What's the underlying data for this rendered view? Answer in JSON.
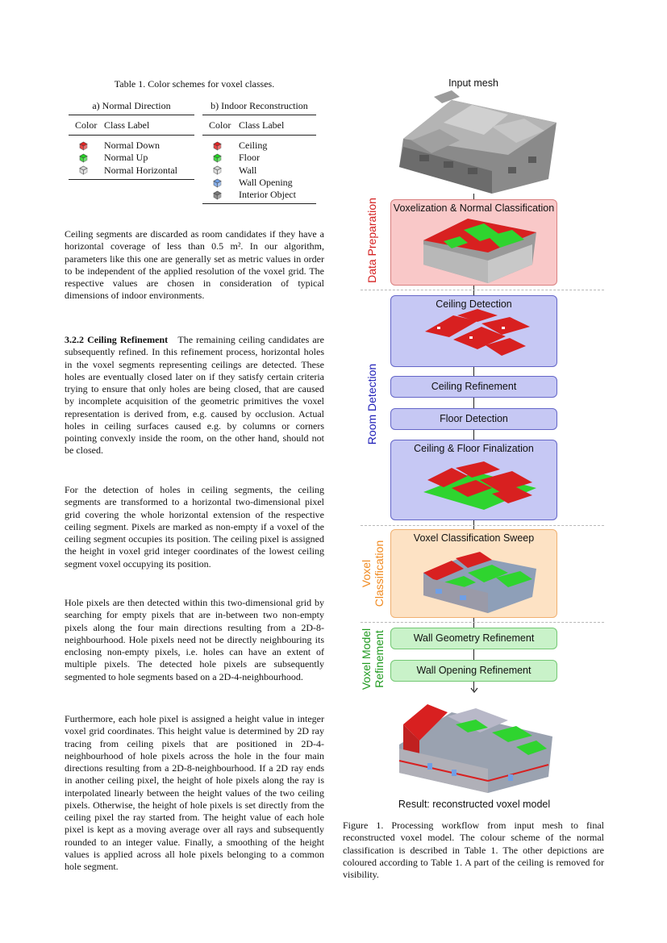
{
  "table": {
    "caption": "Table 1. Color schemes for voxel classes.",
    "normal_direction": {
      "title": "a) Normal Direction",
      "col_color": "Color",
      "col_label": "Class Label",
      "rows": [
        {
          "label": "Normal Down",
          "color": "#e52222"
        },
        {
          "label": "Normal Up",
          "color": "#22d422"
        },
        {
          "label": "Normal Horizontal",
          "color": "#d8d8d8"
        }
      ]
    },
    "indoor_reconstruction": {
      "title": "b) Indoor Reconstruction",
      "col_color": "Color",
      "col_label": "Class Label",
      "rows": [
        {
          "label": "Ceiling",
          "color": "#e52222"
        },
        {
          "label": "Floor",
          "color": "#22d422"
        },
        {
          "label": "Wall",
          "color": "#d8d8d8"
        },
        {
          "label": "Wall Opening",
          "color": "#6f9fe6"
        },
        {
          "label": "Interior Object",
          "color": "#7a7a7a"
        }
      ]
    }
  },
  "text": {
    "p1_before": "Ceiling segments are discarded as room candidates if they have a horizontal coverage of less than ",
    "p1_math": "0.5 m²",
    "p1_after": ". In our algorithm, parameters like this one are generally set as metric values in order to be independent of the applied resolution of the voxel grid. The respective values are chosen in consideration of typical dimensions of indoor environments.",
    "p2_heading": "3.2.2  Ceiling Refinement",
    "p2_body": "The remaining ceiling candidates are subsequently refined. In this refinement process, horizontal holes in the voxel segments representing ceilings are detected. These holes are eventually closed later on if they satisfy certain criteria trying to ensure that only holes are being closed, that are caused by incomplete acquisition of the geometric primitives the voxel representation is derived from, e.g. caused by occlusion. Actual holes in ceiling surfaces caused e.g. by columns or corners pointing convexly inside the room, on the other hand, should not be closed.",
    "p3": "For the detection of holes in ceiling segments, the ceiling segments are transformed to a horizontal two-dimensional pixel grid covering the whole horizontal extension of the respective ceiling segment. Pixels are marked as non-empty if a voxel of the ceiling segment occupies its position. The ceiling pixel is assigned the height in voxel grid integer coordinates of the lowest ceiling segment voxel occupying its position.",
    "p4": "Hole pixels are then detected within this two-dimensional grid by searching for empty pixels that are in-between two non-empty pixels along the four main directions resulting from a 2D-8-neighbourhood. Hole pixels need not be directly neighbouring its enclosing non-empty pixels, i.e. holes can have an extent of multiple pixels. The detected hole pixels are subsequently segmented to hole segments based on a 2D-4-neighbourhood.",
    "p5": "Furthermore, each hole pixel is assigned a height value in integer voxel grid coordinates. This height value is determined by 2D ray tracing from ceiling pixels that are positioned in 2D-4-neighbourhood of hole pixels across the hole in the four main directions resulting from a 2D-8-neighbourhood. If a 2D ray ends in another ceiling pixel, the height of hole pixels along the ray is interpolated linearly between the height values of the two ceiling pixels. Otherwise, the height of hole pixels is set directly from the ceiling pixel the ray started from. The height value of each hole pixel is kept as a moving average over all rays and subsequently rounded to an integer value. Finally, a smoothing of the height values is applied across all hole pixels belonging to a common hole segment."
  },
  "figure": {
    "input_label": "Input mesh",
    "result_label": "Result: reconstructed voxel model",
    "stages": {
      "data_preparation": {
        "label": "Data Preparation",
        "color": "#d42020",
        "steps": [
          "Voxelization & Normal Classification"
        ]
      },
      "room_detection": {
        "label": "Room Detection",
        "color": "#2020b8",
        "steps": [
          "Ceiling Detection",
          "Ceiling Refinement",
          "Floor Detection",
          "Ceiling & Floor Finalization"
        ]
      },
      "voxel_classification": {
        "label_line1": "Voxel",
        "label_line2": "Classification",
        "color": "#f08a20",
        "steps": [
          "Voxel Classification Sweep"
        ]
      },
      "voxel_model_refinement": {
        "label_line1": "Voxel Model",
        "label_line2": "Refinement",
        "color": "#1f9a1f",
        "steps": [
          "Wall Geometry Refinement",
          "Wall Opening Refinement"
        ]
      }
    },
    "caption": "Figure 1.  Processing workflow from input mesh to final reconstructed voxel model. The colour scheme of the normal classification is described in Table 1. The other depictions are coloured according to Table 1. A part of the ceiling is removed for visibility."
  }
}
